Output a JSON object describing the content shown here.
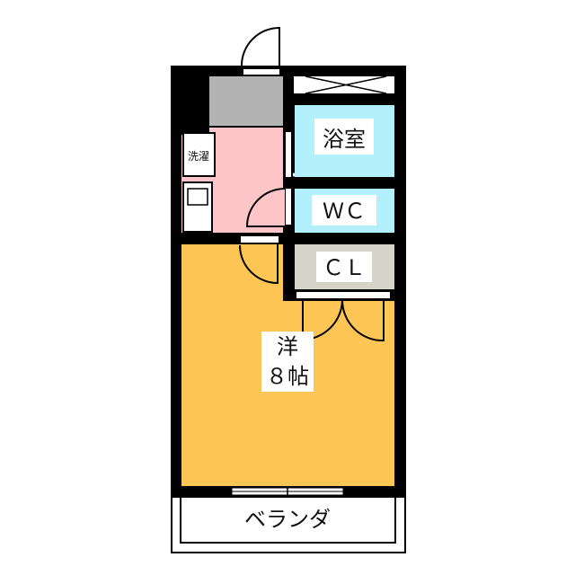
{
  "floor_plan": {
    "rooms": {
      "bath": "浴室",
      "toilet": "ＷＣ",
      "closet": "ＣＬ",
      "western_room": "洋",
      "western_room_size": "８帖",
      "laundry": "洗濯",
      "veranda": "ベランダ"
    },
    "colors": {
      "wall": "#000000",
      "entrance": "#b3b3b3",
      "kitchen": "#fdc5c8",
      "wet_area": "#b2f0fb",
      "closet": "#d6d4c8",
      "western_room": "#fdc654"
    }
  }
}
